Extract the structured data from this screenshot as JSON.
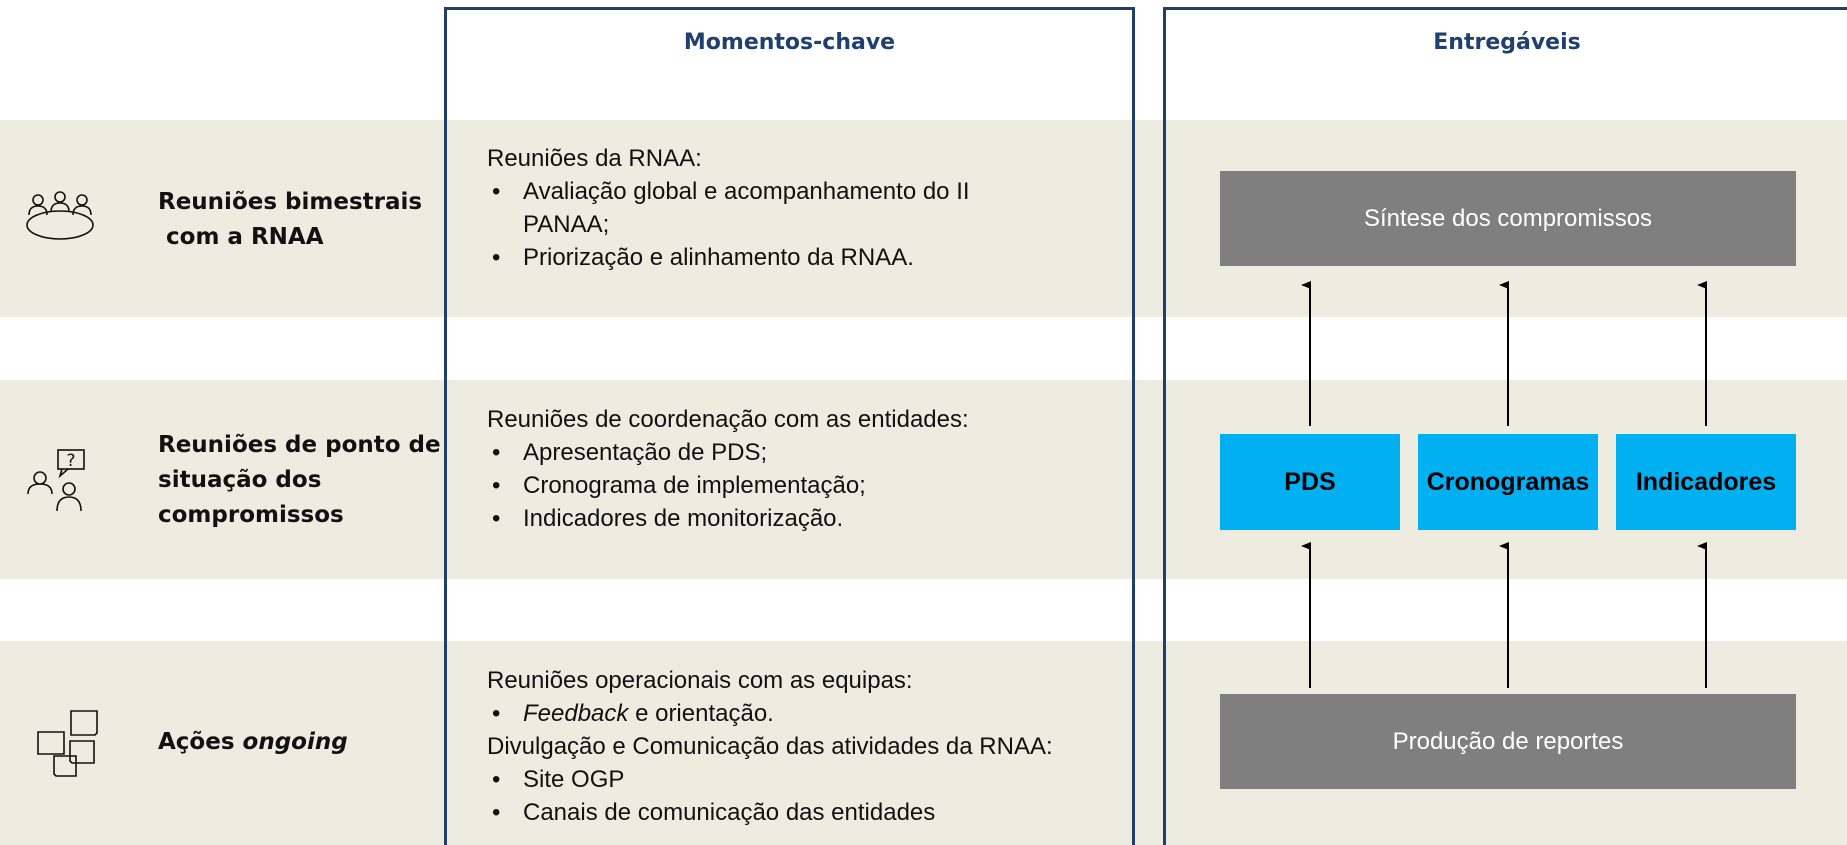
{
  "columns": {
    "moments_header": "Momentos-chave",
    "deliverables_header": "Entregáveis"
  },
  "rows": [
    {
      "icon": "meeting-table-icon",
      "title_lines": [
        "Reuniões bimestrais",
        " com a RNAA"
      ],
      "moments": [
        {
          "type": "text",
          "text": "Reuniões da RNAA:"
        },
        {
          "type": "bullets",
          "items": [
            "Avaliação global e acompanhamento do II PANAA;",
            "Priorização e alinhamento da RNAA."
          ]
        }
      ]
    },
    {
      "icon": "people-question-icon",
      "title_lines": [
        "Reuniões de ponto de",
        "situação dos",
        "compromissos"
      ],
      "moments": [
        {
          "type": "text",
          "text": "Reuniões de coordenação com as entidades:"
        },
        {
          "type": "bullets",
          "items": [
            "Apresentação de PDS;",
            "Cronograma de implementação;",
            "Indicadores de monitorização."
          ]
        }
      ]
    },
    {
      "icon": "sticky-notes-icon",
      "title_prefix": "Ações ",
      "title_italic": "ongoing",
      "moments": [
        {
          "type": "text",
          "text": "Reuniões operacionais com as equipas:"
        },
        {
          "type": "bullets",
          "items": [
            {
              "italic": "Feedback",
              "rest": " e orientação."
            }
          ]
        },
        {
          "type": "text",
          "text": "Divulgação e Comunicação das atividades da RNAA:"
        },
        {
          "type": "bullets",
          "items": [
            "Site OGP",
            "Canais de comunicação das entidades"
          ]
        }
      ]
    }
  ],
  "deliverables": {
    "top_box": "Síntese dos compromissos",
    "middle_boxes": [
      "PDS",
      "Cronogramas",
      "Indicadores"
    ],
    "bottom_box": "Produção de reportes"
  },
  "colors": {
    "band": "#eeece1",
    "frame": "#1f3f6f",
    "gray_box": "#7f7f7f",
    "blue_box": "#00b0f0"
  }
}
